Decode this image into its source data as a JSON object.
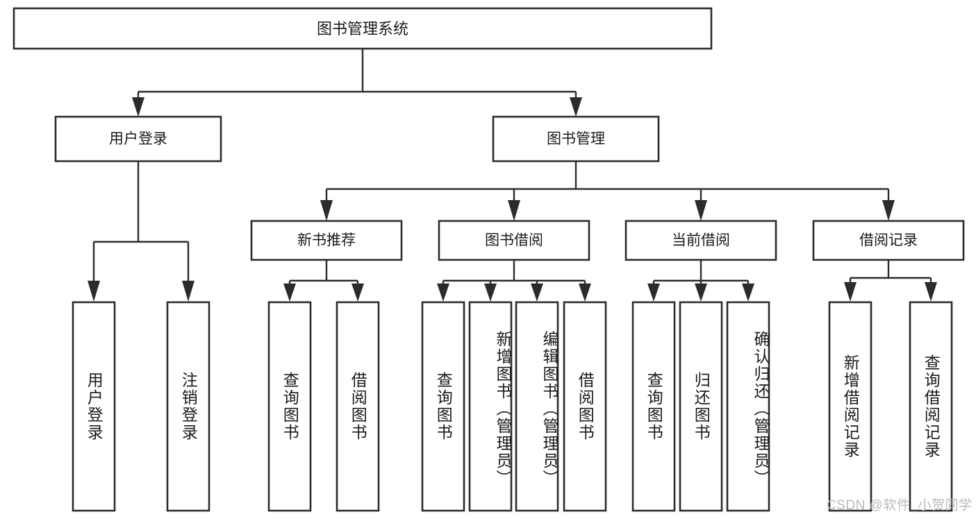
{
  "diagram": {
    "title": "图书管理系统",
    "type": "hierarchy-tree",
    "watermark": "CSDN @软件_小贺同学",
    "colors": {
      "stroke": "#2b2b2b",
      "fill": "#ffffff",
      "text": "#1a1a1a",
      "watermark": "#b9b9b9",
      "background": "#ffffff"
    },
    "levels": {
      "level0_label": "图书管理系统",
      "level1_labels": [
        "用户登录",
        "图书管理"
      ],
      "level2_labels": [
        "新书推荐",
        "图书借阅",
        "当前借阅",
        "借阅记录"
      ]
    },
    "nodes": {
      "root": {
        "label": "图书管理系统"
      },
      "user_login": {
        "label": "用户登录"
      },
      "book_manage": {
        "label": "图书管理"
      },
      "new_book_rec": {
        "label": "新书推荐"
      },
      "book_borrow": {
        "label": "图书借阅"
      },
      "current_borrow": {
        "label": "当前借阅"
      },
      "borrow_record": {
        "label": "借阅记录"
      }
    },
    "leaves": {
      "user_login": [
        {
          "label": "用户登录"
        },
        {
          "label": "注销登录"
        }
      ],
      "new_book_rec": [
        {
          "label": "查询图书"
        },
        {
          "label": "借阅图书"
        }
      ],
      "book_borrow": [
        {
          "label": "查询图书"
        },
        {
          "label": "新增图书（管理员）"
        },
        {
          "label": "编辑图书（管理员）"
        },
        {
          "label": "借阅图书"
        }
      ],
      "current_borrow": [
        {
          "label": "查询图书"
        },
        {
          "label": "归还图书"
        },
        {
          "label": "确认归还（管理员）"
        }
      ],
      "borrow_record": [
        {
          "label": "新增借阅记录"
        },
        {
          "label": "查询借阅记录"
        }
      ]
    }
  }
}
